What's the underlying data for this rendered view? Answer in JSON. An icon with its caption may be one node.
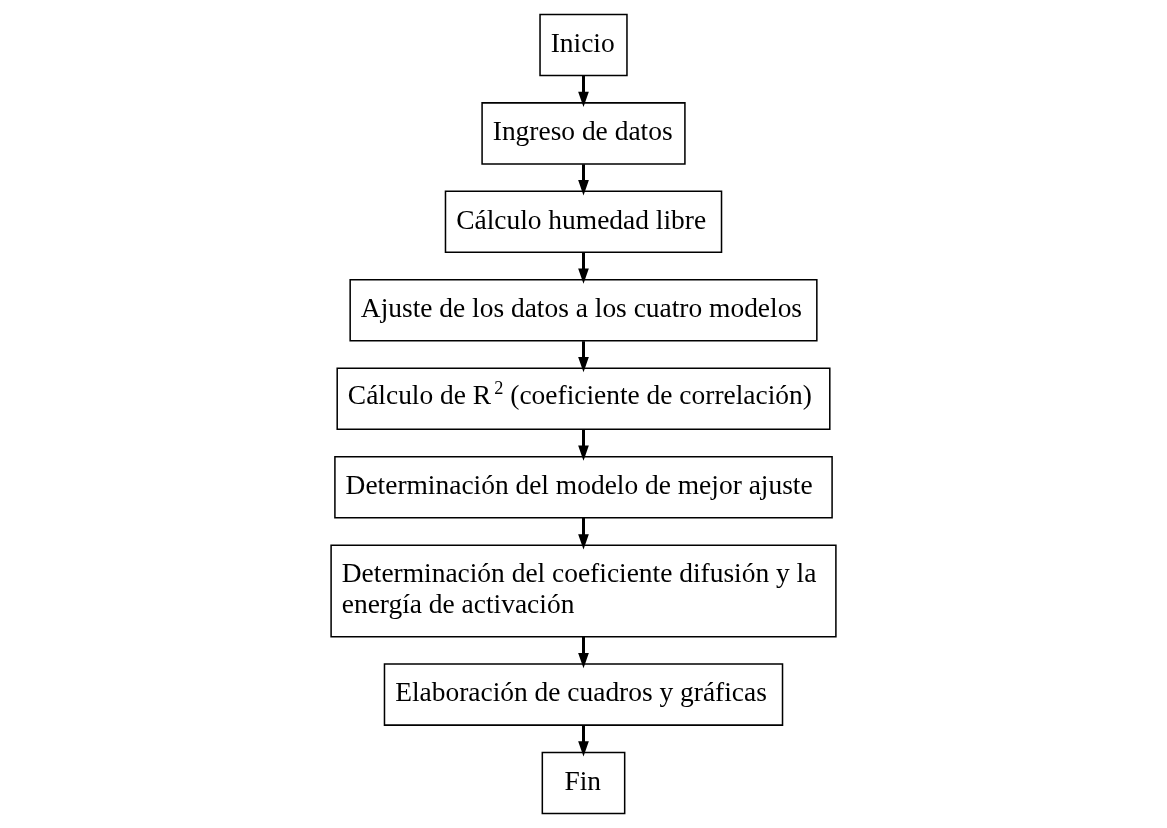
{
  "diagram": {
    "nodes": [
      {
        "text": [
          "Inicio"
        ]
      },
      {
        "text": [
          "Ingreso de datos"
        ]
      },
      {
        "text": [
          "Cálculo humedad libre"
        ]
      },
      {
        "text": [
          "Ajuste de los datos a los cuatro modelos"
        ]
      },
      {
        "text": [
          "Cálculo de R$^{2}$ (coeficiente de correlación)"
        ]
      },
      {
        "text": [
          "Determinación del modelo de mejor ajuste"
        ]
      },
      {
        "text": [
          "Determinación del coeficiente difusión y la energía de activación"
        ]
      },
      {
        "text": [
          "Elaboración de cuadros y gráficas"
        ]
      },
      {
        "text": [
          "Fin"
        ]
      }
    ],
    "edges": [
      {
        "from": 0,
        "to": 1,
        "arrow": "to"
      },
      {
        "from": 1,
        "to": 2,
        "arrow": "to"
      },
      {
        "from": 2,
        "to": 3,
        "arrow": "to"
      },
      {
        "from": 3,
        "to": 4,
        "arrow": "to"
      },
      {
        "from": 4,
        "to": 5,
        "arrow": "to"
      },
      {
        "from": 5,
        "to": 6,
        "arrow": "to"
      },
      {
        "from": 6,
        "to": 7,
        "arrow": "to"
      },
      {
        "from": 7,
        "to": 8,
        "arrow": "to"
      }
    ]
  }
}
